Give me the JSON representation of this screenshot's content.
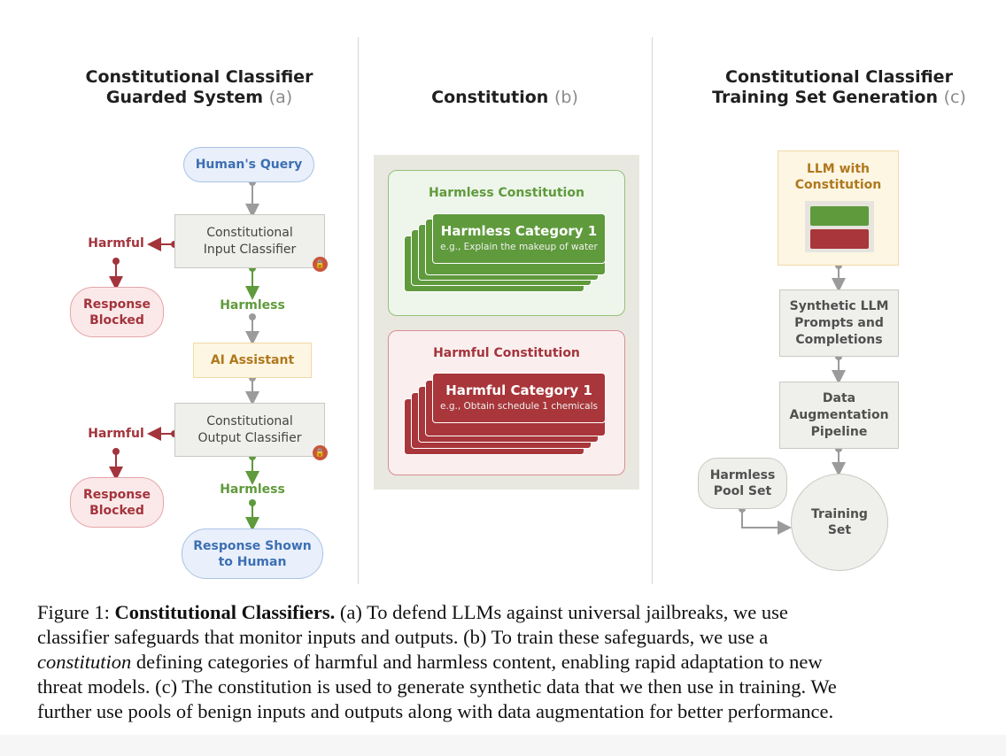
{
  "panel_a": {
    "title_line1": "Constitutional Classifier",
    "title_line2": "Guarded System",
    "tag": "(a)",
    "human_query": "Human's Query",
    "input_classifier_line1": "Constitutional",
    "input_classifier_line2": "Input Classifier",
    "harmful_1": "Harmful",
    "blocked_1_line1": "Response",
    "blocked_1_line2": "Blocked",
    "harmless_1": "Harmless",
    "assistant": "AI Assistant",
    "output_classifier_line1": "Constitutional",
    "output_classifier_line2": "Output Classifier",
    "harmful_2": "Harmful",
    "blocked_2_line1": "Response",
    "blocked_2_line2": "Blocked",
    "harmless_2": "Harmless",
    "shown_line1": "Response Shown",
    "shown_line2": "to Human",
    "lock_icon": "lock-icon"
  },
  "panel_b": {
    "title": "Constitution",
    "tag": "(b)",
    "harmless_title": "Harmless Constitution",
    "harmless_category": "Harmless Category 1",
    "harmless_example": "e.g., Explain the makeup of water",
    "harmful_title": "Harmful Constitution",
    "harmful_category": "Harmful Category 1",
    "harmful_example": "e.g., Obtain schedule 1 chemicals",
    "colors": {
      "green": "#5f9a3c",
      "red": "#a8363a"
    }
  },
  "panel_c": {
    "title_line1": "Constitutional Classifier",
    "title_line2": "Training Set Generation",
    "tag": "(c)",
    "llm_line1": "LLM with",
    "llm_line2": "Constitution",
    "synthetic_line1": "Synthetic LLM",
    "synthetic_line2": "Prompts and",
    "synthetic_line3": "Completions",
    "augment_line1": "Data",
    "augment_line2": "Augmentation",
    "augment_line3": "Pipeline",
    "pool_line1": "Harmless",
    "pool_line2": "Pool Set",
    "training_line1": "Training",
    "training_line2": "Set"
  },
  "caption": {
    "fig_label": "Figure 1:",
    "bold_title": "Constitutional Classifiers.",
    "text_1": "(a) To defend LLMs against universal jailbreaks, we use",
    "text_2": "classifier safeguards that monitor inputs and outputs.  (b) To train these safeguards, we use a",
    "italic_word": "constitution",
    "text_3": "defining categories of harmful and harmless content, enabling rapid adaptation to new",
    "text_4": "threat models. (c) The constitution is used to generate synthetic data that we then use in training. We",
    "text_5": "further use pools of benign inputs and outputs along with data augmentation for better performance."
  }
}
